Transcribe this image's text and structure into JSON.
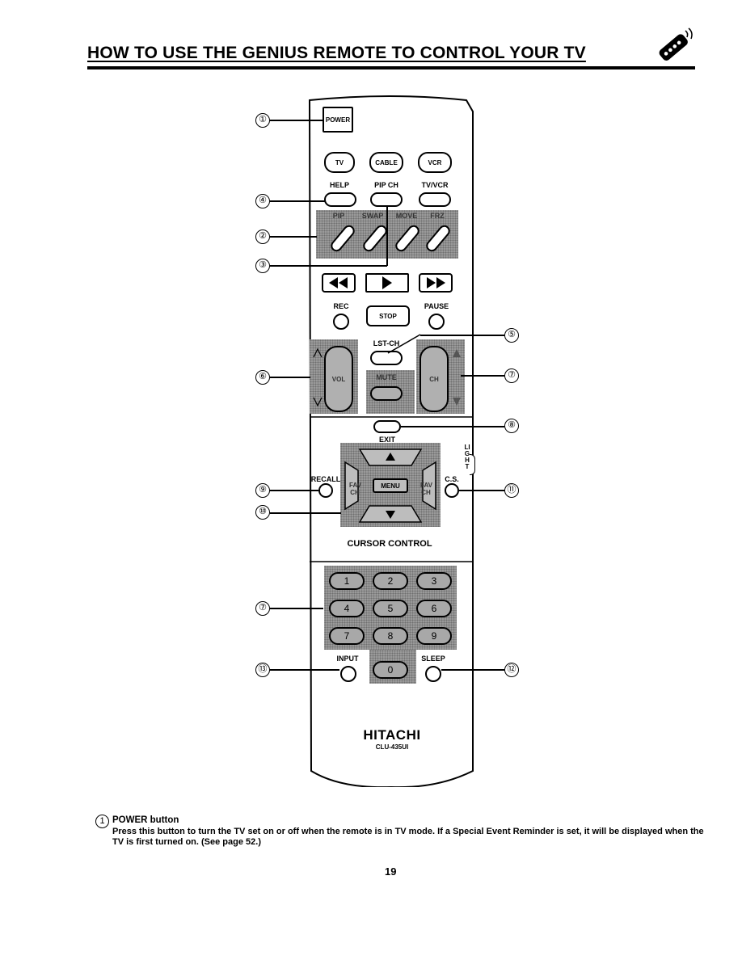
{
  "header": {
    "title": "HOW TO USE THE GENIUS REMOTE TO CONTROL YOUR TV"
  },
  "remote": {
    "power": "POWER",
    "modes": [
      "TV",
      "CABLE",
      "VCR"
    ],
    "row_labels": [
      "HELP",
      "PIP CH",
      "TV/VCR"
    ],
    "pip_labels": [
      "PIP",
      "SWAP",
      "MOVE",
      "FRZ"
    ],
    "rec": "REC",
    "stop": "STOP",
    "pause": "PAUSE",
    "lst_ch": "LST-CH",
    "vol": "VOL",
    "ch": "CH",
    "mute": "MUTE",
    "exit": "EXIT",
    "light": "LIGHT",
    "recall": "RECALL",
    "menu": "MENU",
    "fav_ch": "FAV CH",
    "cs": "C.S.",
    "cursor_control": "CURSOR CONTROL",
    "digits": [
      "1",
      "2",
      "3",
      "4",
      "5",
      "6",
      "7",
      "8",
      "9",
      "0"
    ],
    "input": "INPUT",
    "sleep": "SLEEP",
    "brand": "HITACHI",
    "model": "CLU-435UI"
  },
  "callouts": {
    "c1": "①",
    "c2": "②",
    "c3": "③",
    "c4": "④",
    "c5": "⑤",
    "c6": "⑥",
    "c7a": "⑦",
    "c7b": "⑦",
    "c8": "⑧",
    "c9": "⑨",
    "c10": "⑩",
    "c11": "⑪",
    "c12": "⑫",
    "c13": "⑬"
  },
  "description": {
    "number": "1",
    "heading": "POWER button",
    "text": "Press this button to turn the TV set on or off when the remote is in TV mode. If a Special Event Reminder is set, it will be displayed when the TV is first turned on. (See page 52.)"
  },
  "page_number": "19"
}
